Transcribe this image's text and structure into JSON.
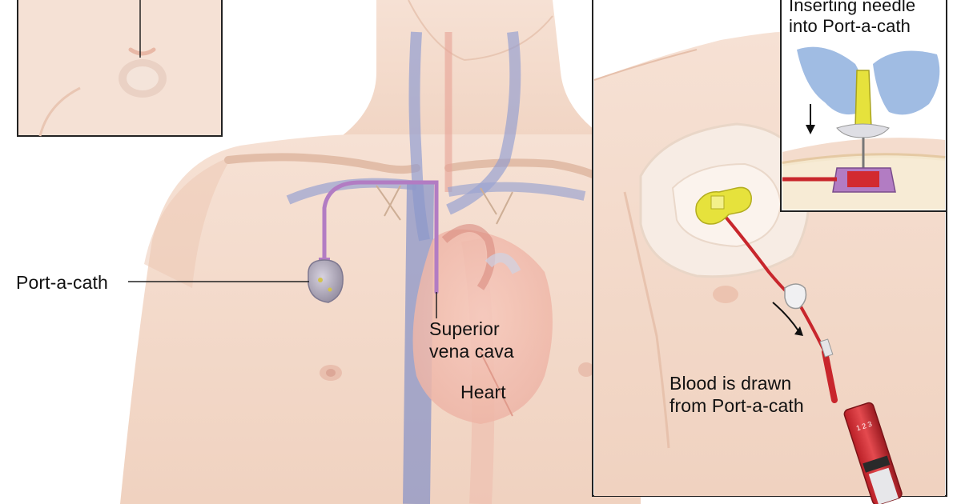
{
  "labels": {
    "port_a_cath": "Port-a-cath",
    "superior_vena_cava": [
      "Superior",
      "vena cava"
    ],
    "heart": "Heart",
    "blood_drawn": [
      "Blood is drawn",
      "from Port-a-cath"
    ],
    "inserting_needle": [
      "Inserting needle",
      "into Port-a-cath"
    ]
  },
  "colors": {
    "skin": "#f3d9c9",
    "skin_shadow": "#e7c1ab",
    "vein_blue": "#8393c8",
    "artery_red": "#e39a8e",
    "catheter_purple": "#b27cc3",
    "port_gray": "#a9a3b3",
    "needle_yellow": "#e2de3a",
    "blood_red": "#c8262c",
    "glove_blue": "#8fb0de"
  }
}
